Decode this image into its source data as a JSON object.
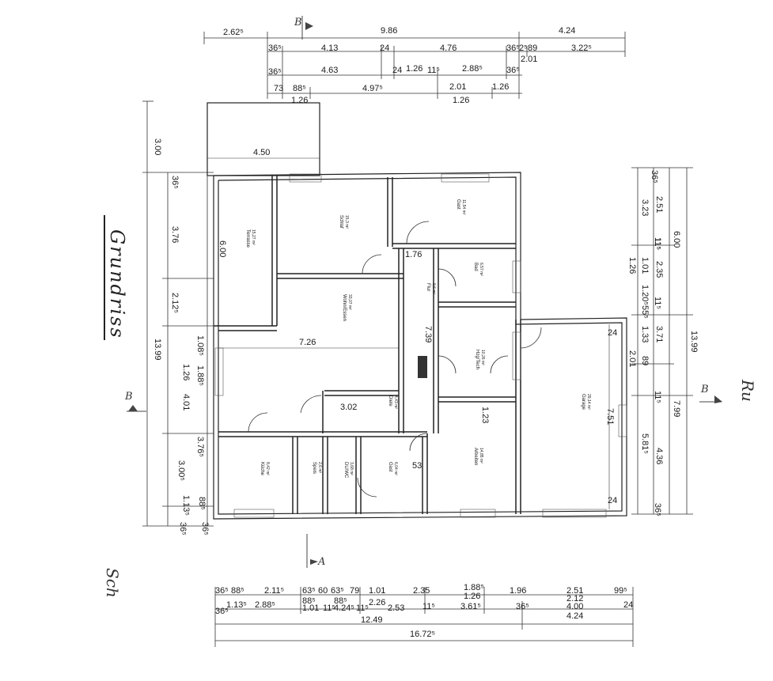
{
  "title": "Grundriss",
  "signature": "Sch",
  "corner_mark": "Ru",
  "section_marks": {
    "top": "B",
    "left": "B",
    "right": "B",
    "bottom": "A"
  },
  "top_dims": {
    "row1": [
      "2.62⁵",
      "9.86",
      "4.24"
    ],
    "row2": [
      "36⁵",
      "4.13",
      "24",
      "4.76",
      "36⁵",
      "2⁵",
      "89",
      "3.22⁵",
      "2.01"
    ],
    "row3": [
      "36⁵",
      "4.63",
      "24",
      "1.26",
      "11⁵",
      "2.88⁵",
      "36⁵"
    ],
    "row4": [
      "73",
      "88⁵",
      "4.97⁵",
      "2.01",
      "1.26",
      "1.26",
      "1.26"
    ],
    "terrace_top": "4.50"
  },
  "left_dims": {
    "outer": [
      "3.00",
      "13.99"
    ],
    "mid": [
      "3.76",
      "2.12⁵",
      "4.01",
      "3.00⁵"
    ],
    "inner": [
      "36⁵",
      "1.08⁵",
      "1.26",
      "1.88⁵",
      "3.76⁵",
      "1.13⁵",
      "88⁵",
      "36⁵",
      "36⁵"
    ]
  },
  "right_dims": {
    "inner": [
      "36⁵",
      "3.23",
      "1.01",
      "1.26",
      "11⁵",
      "1.20⁵",
      "55⁵",
      "89",
      "2.01",
      "11⁵",
      "5.81⁵",
      "36⁵"
    ],
    "mid": [
      "2.51",
      "11⁵",
      "2.35",
      "11⁵",
      "3.71",
      "1.33",
      "4.36"
    ],
    "outer": [
      "6.00",
      "13.99",
      "7.99"
    ]
  },
  "bottom_dims": {
    "row1": [
      "36⁵",
      "88⁵",
      "2.11⁵",
      "63⁵",
      "60",
      "63⁵",
      "79",
      "1.01",
      "2.35",
      "1.88⁵",
      "1.26",
      "1.96",
      "2.51",
      "99⁵"
    ],
    "row2": [
      "36⁵",
      "1.13⁵",
      "2.88⁵",
      "88⁵",
      "1.01",
      "11⁵",
      "88⁵",
      "4.24⁵",
      "11⁵",
      "2.26",
      "2.53",
      "11⁵",
      "3.61⁵",
      "36⁵",
      "2.12",
      "4.00",
      "24"
    ],
    "row3": [
      "12.49",
      "4.24"
    ],
    "row4": [
      "16.72⁵"
    ]
  },
  "inner_dims": {
    "terrace_len": "6.00",
    "living_width": "7.26",
    "corridor_len": "7.39",
    "flur_width": "1.76",
    "diele_width": "3.02",
    "garage_len": "7.51",
    "garage_w1": "24",
    "garage_w2": "24",
    "anrichte_len": "1.23",
    "gast_small": "53"
  },
  "rooms": {
    "terrasse": {
      "name": "Terrasse",
      "area": "15,27 m²"
    },
    "schlaf": {
      "name": "Schlaf",
      "area": "15,3 m²"
    },
    "gast_top": {
      "name": "Gast",
      "area": "11,54 m²"
    },
    "bad": {
      "name": "Bad",
      "area": "6,57 m²"
    },
    "flur": {
      "name": "Flur",
      "area": "9,6 m²"
    },
    "wohnen": {
      "name": "Wohn/Essen",
      "area": "33,07 m²"
    },
    "hauswirt": {
      "name": "Hzg/Tech",
      "area": "10,26 m²"
    },
    "garage": {
      "name": "Garage",
      "area": "29,14 m²"
    },
    "diele": {
      "name": "Diele",
      "area": "4,43 m²"
    },
    "kueche": {
      "name": "Küche",
      "area": "8,42 m²"
    },
    "speis": {
      "name": "Speis",
      "area": "2,6 m²"
    },
    "dwc": {
      "name": "DU/WC",
      "area": "3,68 m²"
    },
    "gast_small": {
      "name": "Gast",
      "area": "6,04 m²"
    },
    "ankleide": {
      "name": "Arbeiten",
      "area": "14,85 m²"
    }
  }
}
